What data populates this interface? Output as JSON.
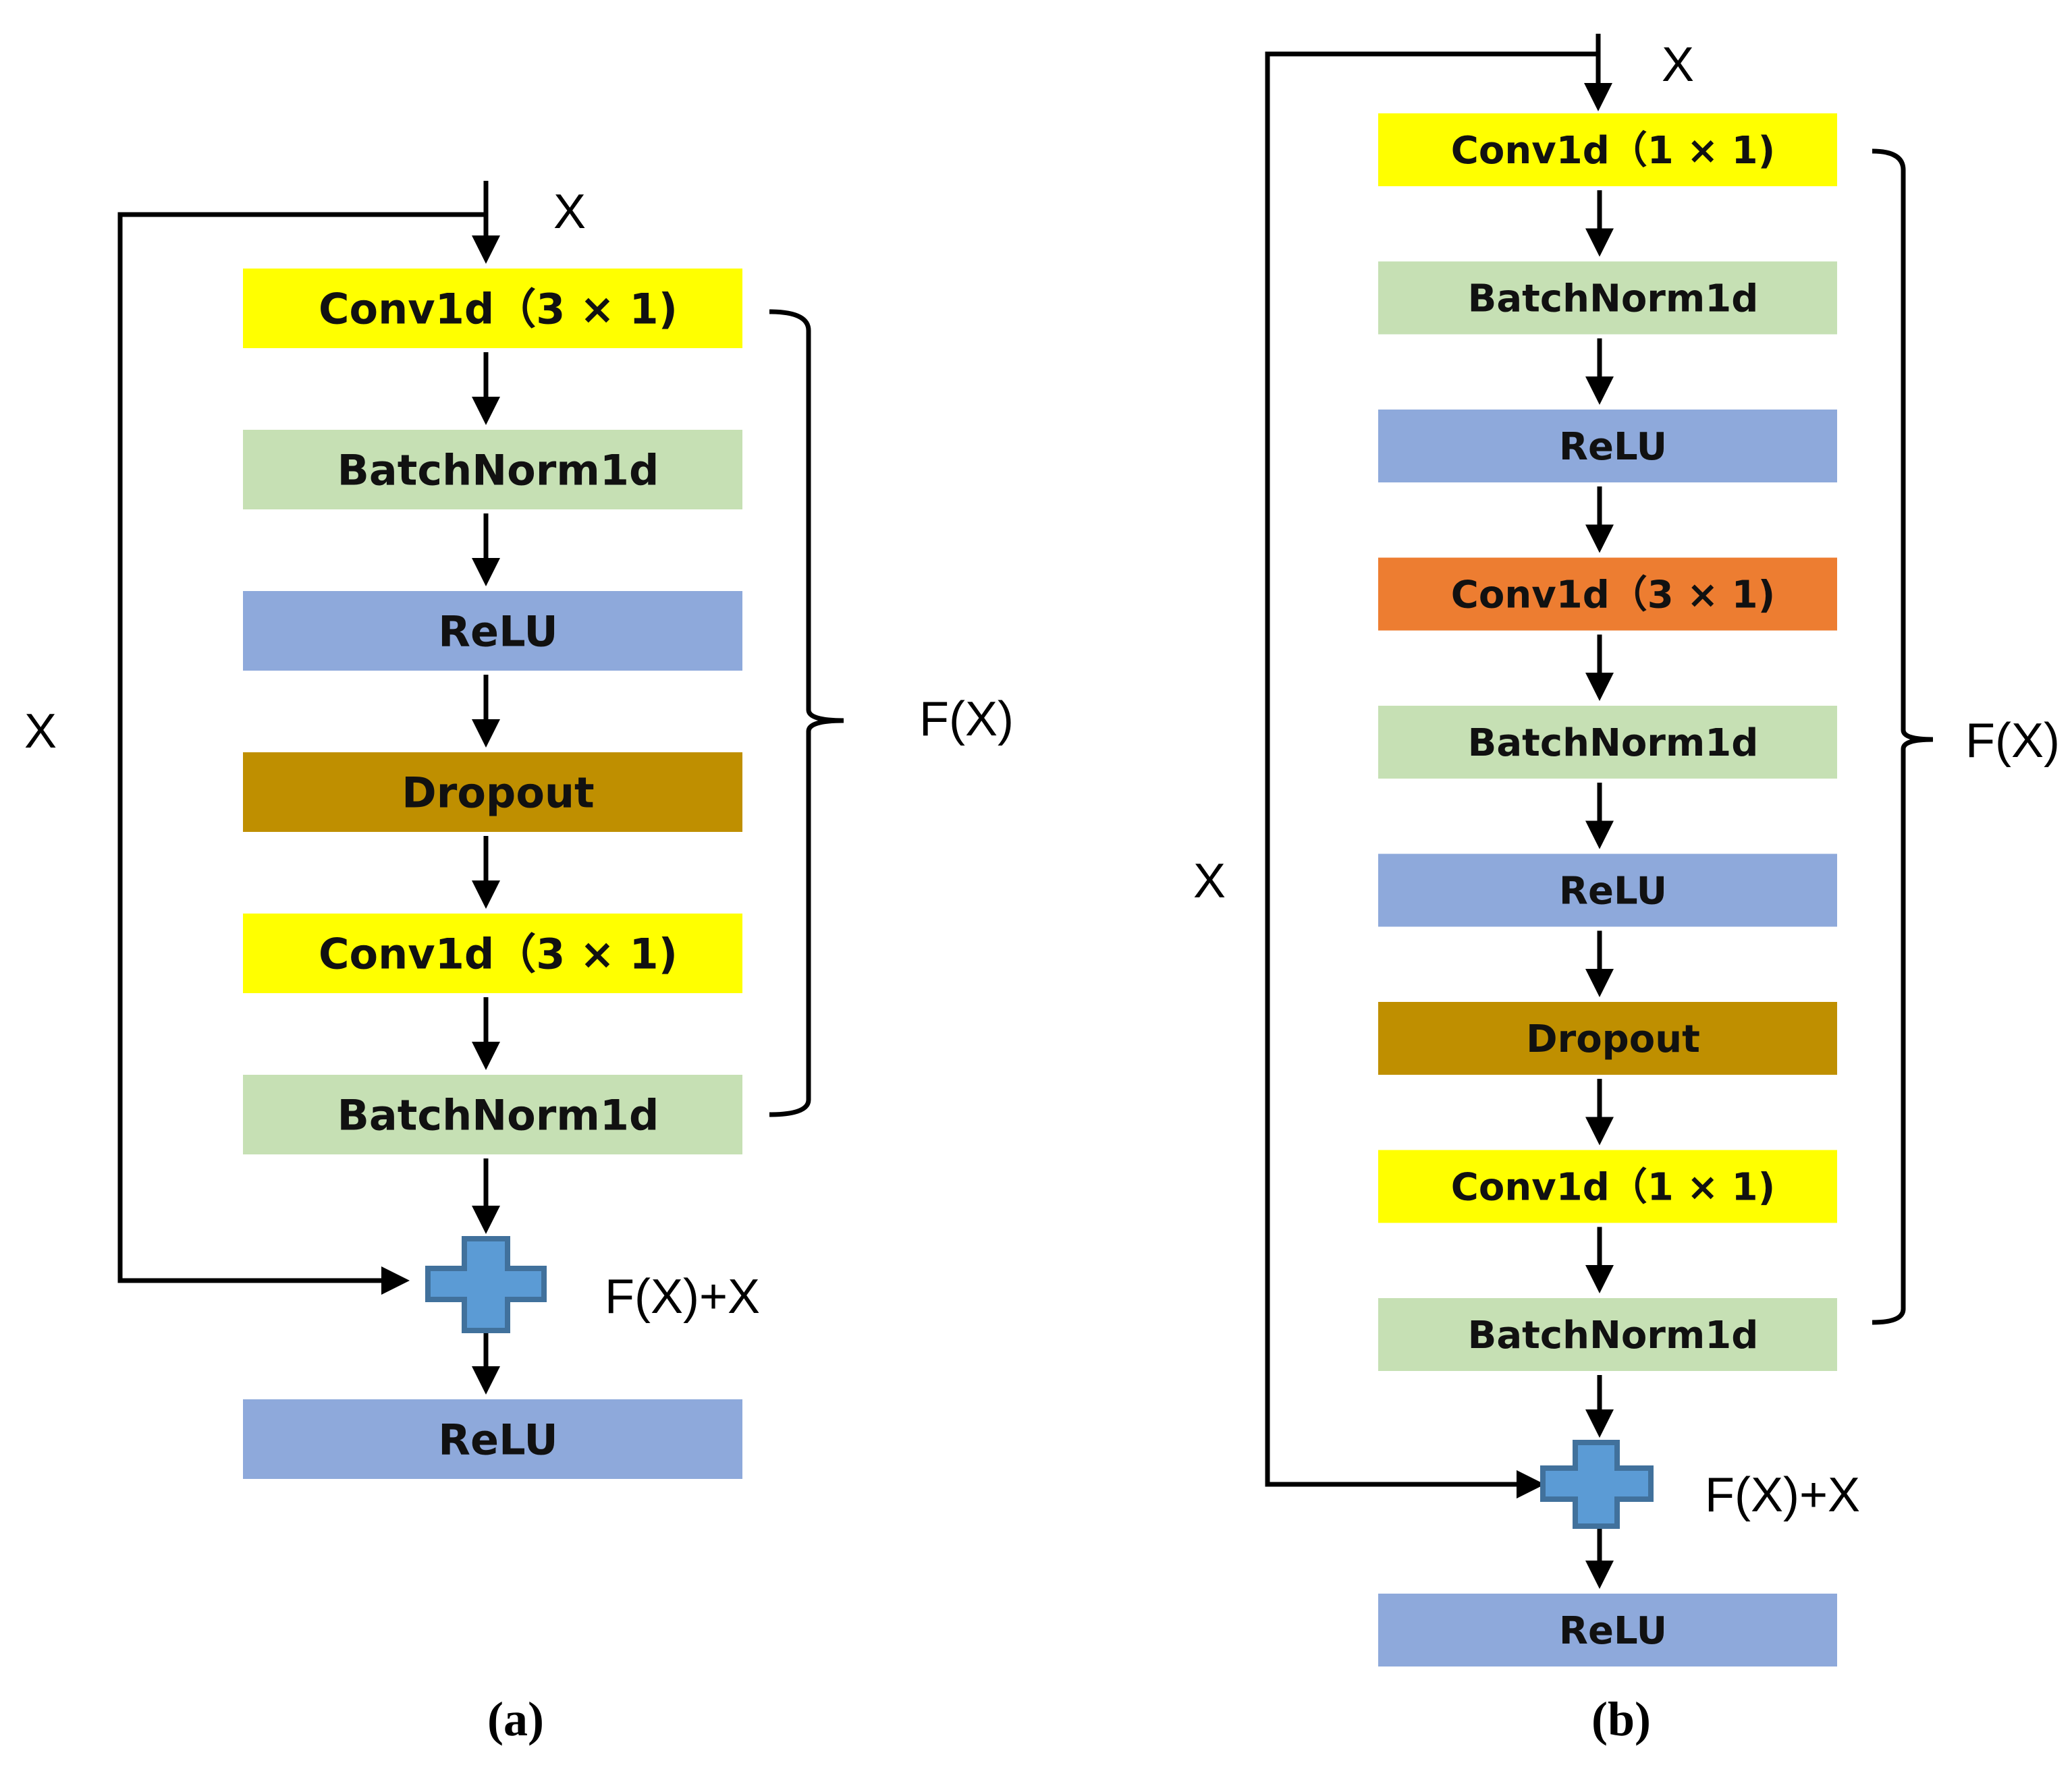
{
  "panel_a": {
    "caption": "(a)",
    "input_label": "X",
    "skip_label": "X",
    "brace_label": "F(X)",
    "sum_label": "F(X)+X",
    "blocks": [
      {
        "label": "Conv1d（3 × 1)",
        "color": "#FFFF00"
      },
      {
        "label": "BatchNorm1d",
        "color": "#C6E0B4"
      },
      {
        "label": "ReLU",
        "color": "#8EA9DB"
      },
      {
        "label": "Dropout",
        "color": "#BF8F00"
      },
      {
        "label": "Conv1d（3 × 1)",
        "color": "#FFFF00"
      },
      {
        "label": "BatchNorm1d",
        "color": "#C6E0B4"
      }
    ],
    "output_block": {
      "label": "ReLU",
      "color": "#8EA9DB"
    }
  },
  "panel_b": {
    "caption": "(b)",
    "input_label": "X",
    "skip_label": "X",
    "brace_label": "F(X)",
    "sum_label": "F(X)+X",
    "blocks": [
      {
        "label": "Conv1d（1 × 1)",
        "color": "#FFFF00"
      },
      {
        "label": "BatchNorm1d",
        "color": "#C6E0B4"
      },
      {
        "label": "ReLU",
        "color": "#8EA9DB"
      },
      {
        "label": "Conv1d（3 × 1)",
        "color": "#ED7D31"
      },
      {
        "label": "BatchNorm1d",
        "color": "#C6E0B4"
      },
      {
        "label": "ReLU",
        "color": "#8EA9DB"
      },
      {
        "label": "Dropout",
        "color": "#BF8F00"
      },
      {
        "label": "Conv1d（1 × 1)",
        "color": "#FFFF00"
      },
      {
        "label": "BatchNorm1d",
        "color": "#C6E0B4"
      }
    ],
    "output_block": {
      "label": "ReLU",
      "color": "#8EA9DB"
    }
  },
  "colors": {
    "plus_fill": "#5B9BD5",
    "plus_stroke": "#41719C",
    "line": "#000000"
  }
}
